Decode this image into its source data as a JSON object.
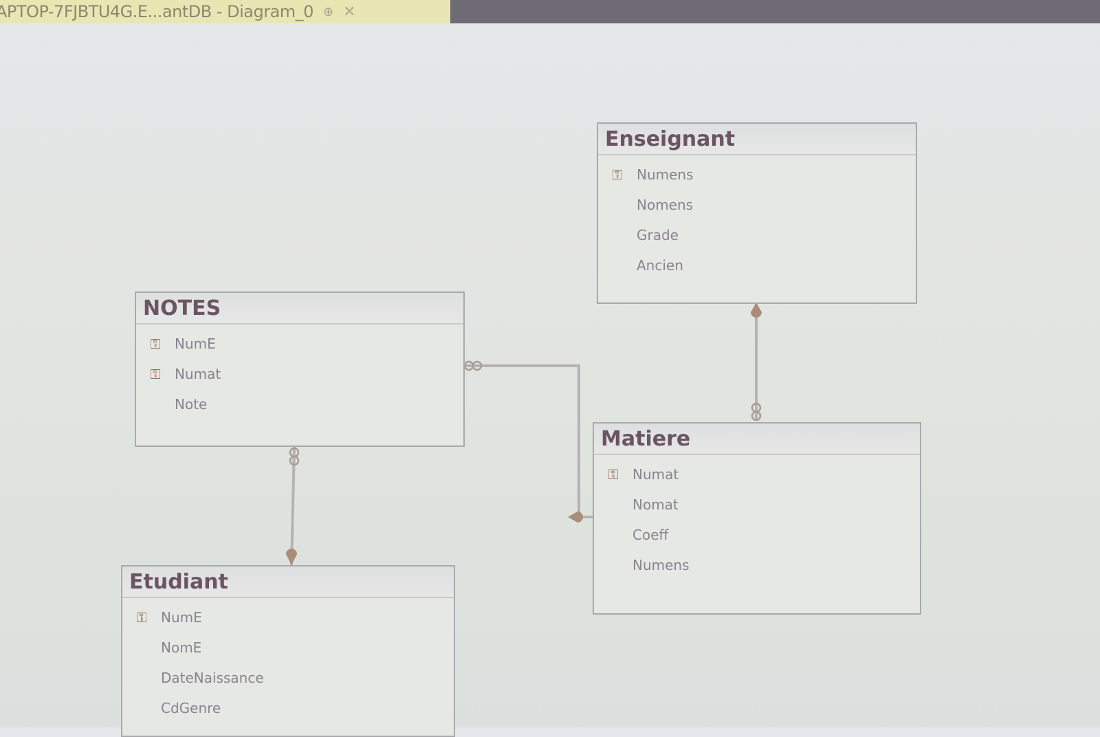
{
  "window": {
    "tab_title": "APTOP-7FJBTU4G.E...antDB - Diagram_0",
    "pin_icon": "pin-icon",
    "close_icon": "close-icon"
  },
  "tables": {
    "enseignant": {
      "name": "Enseignant",
      "columns": [
        {
          "name": "Numens",
          "key": true
        },
        {
          "name": "Nomens",
          "key": false
        },
        {
          "name": "Grade",
          "key": false
        },
        {
          "name": "Ancien",
          "key": false
        }
      ]
    },
    "notes": {
      "name": "NOTES",
      "columns": [
        {
          "name": "NumE",
          "key": true
        },
        {
          "name": "Numat",
          "key": true
        },
        {
          "name": "Note",
          "key": false
        }
      ]
    },
    "matiere": {
      "name": "Matiere",
      "columns": [
        {
          "name": "Numat",
          "key": true
        },
        {
          "name": "Nomat",
          "key": false
        },
        {
          "name": "Coeff",
          "key": false
        },
        {
          "name": "Numens",
          "key": false
        }
      ]
    },
    "etudiant": {
      "name": "Etudiant",
      "columns": [
        {
          "name": "NumE",
          "key": true
        },
        {
          "name": "NomE",
          "key": false
        },
        {
          "name": "DateNaissance",
          "key": false
        },
        {
          "name": "CdGenre",
          "key": false
        }
      ]
    }
  },
  "relationships": [
    {
      "from": "Enseignant",
      "to": "Matiere",
      "one_end": "Enseignant",
      "many_end": "Matiere"
    },
    {
      "from": "NOTES",
      "to": "Matiere",
      "one_end": "Matiere",
      "many_end": "NOTES"
    },
    {
      "from": "NOTES",
      "to": "Etudiant",
      "one_end": "Etudiant",
      "many_end": "NOTES"
    }
  ],
  "colors": {
    "tab_bg": "#e9e6b3",
    "titlebar_bg": "#6f6b75",
    "table_border": "#a9a9ad",
    "table_title": "#6a5560",
    "connector": "#b5b2b6",
    "key_icon": "#9a6c58"
  }
}
